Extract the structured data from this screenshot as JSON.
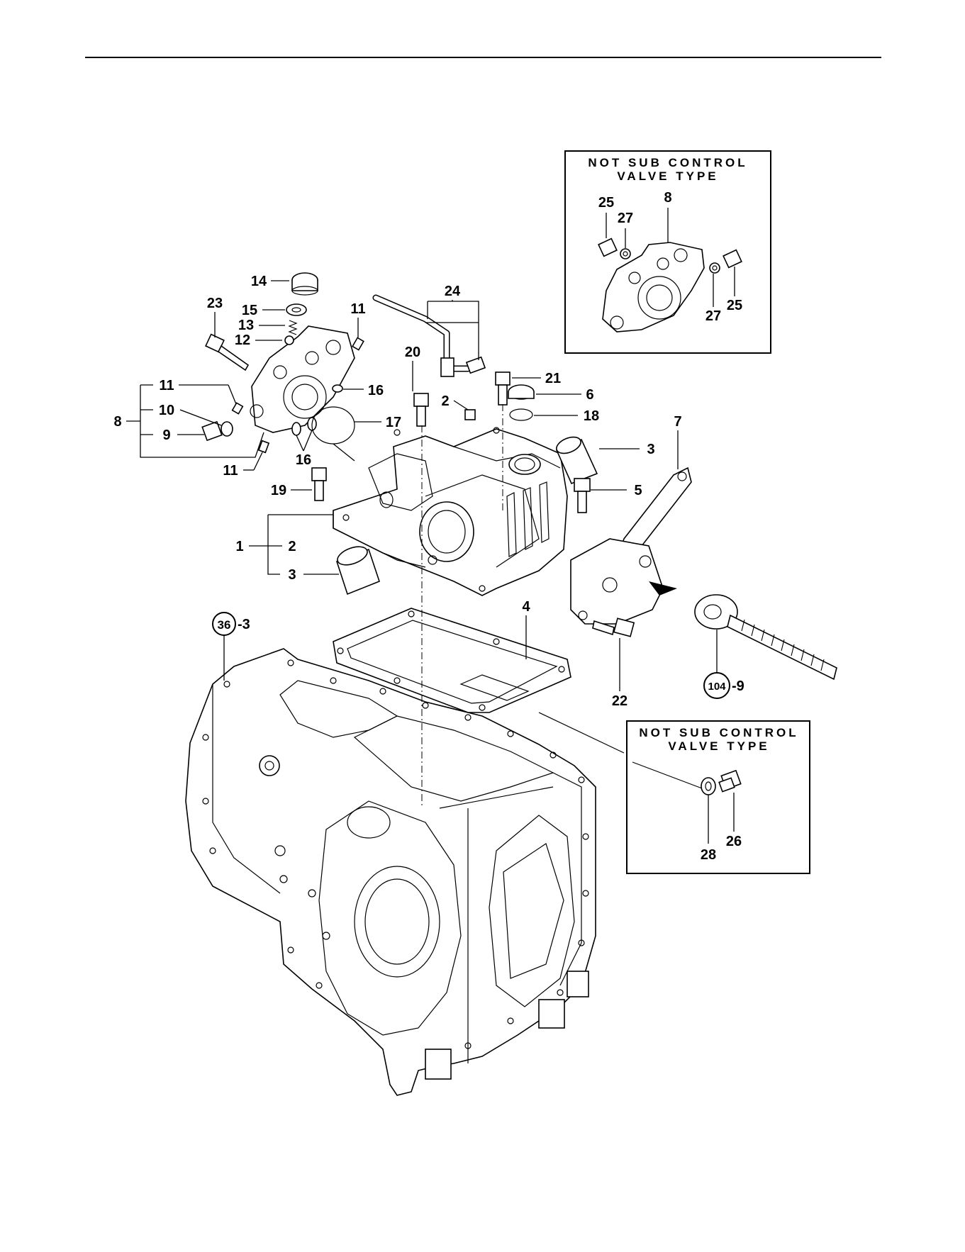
{
  "callouts": {
    "c1": "1",
    "c2a": "2",
    "c2b": "2",
    "c3a": "3",
    "c3b": "3",
    "c4": "4",
    "c5": "5",
    "c6": "6",
    "c7": "7",
    "c8a": "8",
    "c8b": "8",
    "c9": "9",
    "c10": "10",
    "c11a": "11",
    "c11b": "11",
    "c11c": "11",
    "c12": "12",
    "c13": "13",
    "c14": "14",
    "c15": "15",
    "c16a": "16",
    "c16b": "16",
    "c17": "17",
    "c18": "18",
    "c19": "19",
    "c20": "20",
    "c21": "21",
    "c22": "22",
    "c23": "23",
    "c24": "24",
    "c25a": "25",
    "c25b": "25",
    "c26": "26",
    "c27a": "27",
    "c27b": "27",
    "c28": "28"
  },
  "references": {
    "ref36_num": "36",
    "ref36_suffix": "-3",
    "ref104_num": "104",
    "ref104_suffix": "-9"
  },
  "insets": {
    "upper": {
      "line1": "NOT SUB CONTROL",
      "line2": "VALVE TYPE"
    },
    "lower": {
      "line1": "NOT SUB CONTROL",
      "line2": "VALVE TYPE"
    }
  }
}
